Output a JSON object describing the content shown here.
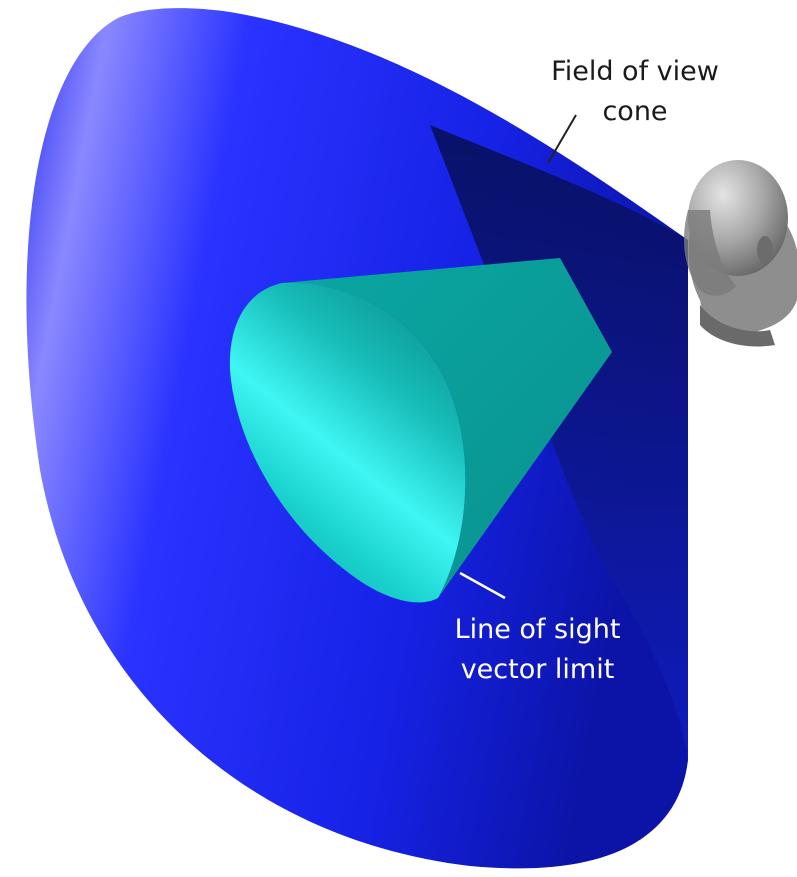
{
  "labels": {
    "field_of_view_line1": "Field of view",
    "field_of_view_line2": "cone",
    "line_of_sight_line1": "Line of sight",
    "line_of_sight_line2": "vector limit"
  },
  "colors": {
    "background": "#ffffff",
    "fov_cone_light": "#8a88ff",
    "fov_cone_mid": "#1f2bff",
    "fov_cone_dark": "#0a0f6e",
    "los_cone_light": "#3ff6f4",
    "los_cone_mid": "#14c6c2",
    "los_cone_dark": "#0a9a96",
    "head_gray": "#9a9a9a",
    "label_dark": "#1a1a1a",
    "label_light": "#ffffff"
  },
  "icons": {
    "head": "human-head-icon"
  }
}
